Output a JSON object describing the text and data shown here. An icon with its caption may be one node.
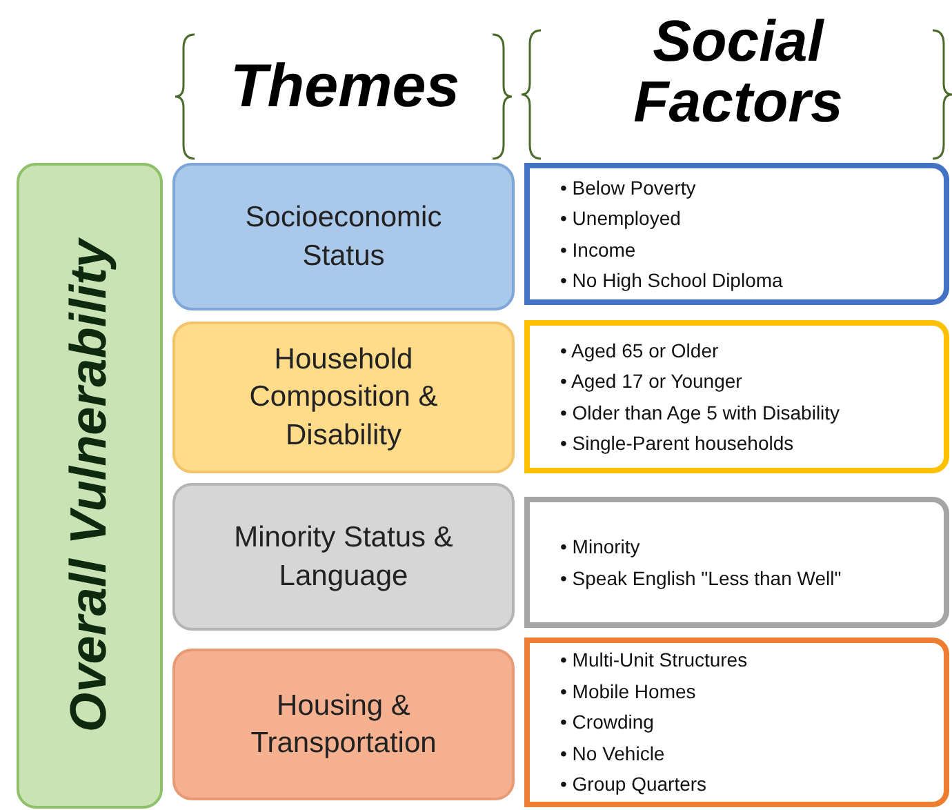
{
  "diagram": {
    "nodes": [
      {
        "text": [
          "Overall Vulnerability"
        ]
      },
      {
        "text": [
          "Socioeconomic Status"
        ]
      },
      {
        "text": [
          "Household Composition & Disability"
        ]
      },
      {
        "text": [
          "Minority Status & Language"
        ]
      },
      {
        "text": [
          "Housing & Transportation"
        ]
      },
      {
        "text": [
          "• Below Poverty",
          "• Unemployed",
          "• Income",
          "• No High School Diploma"
        ]
      },
      {
        "text": [
          "• Aged 65 or Older",
          "• Aged 17 or Younger",
          "• Older than Age 5 with Disability",
          "• Single-Parent households"
        ]
      },
      {
        "text": [
          "• Minority",
          "• Speak English \"Less than Well\""
        ]
      },
      {
        "text": [
          "• Multi-Unit Structures",
          "• Mobile Homes",
          "• Crowding",
          "• No Vehicle",
          "• Group Quarters"
        ]
      }
    ],
    "edges": [],
    "labels": [
      "Themes",
      "Social Factors"
    ]
  }
}
